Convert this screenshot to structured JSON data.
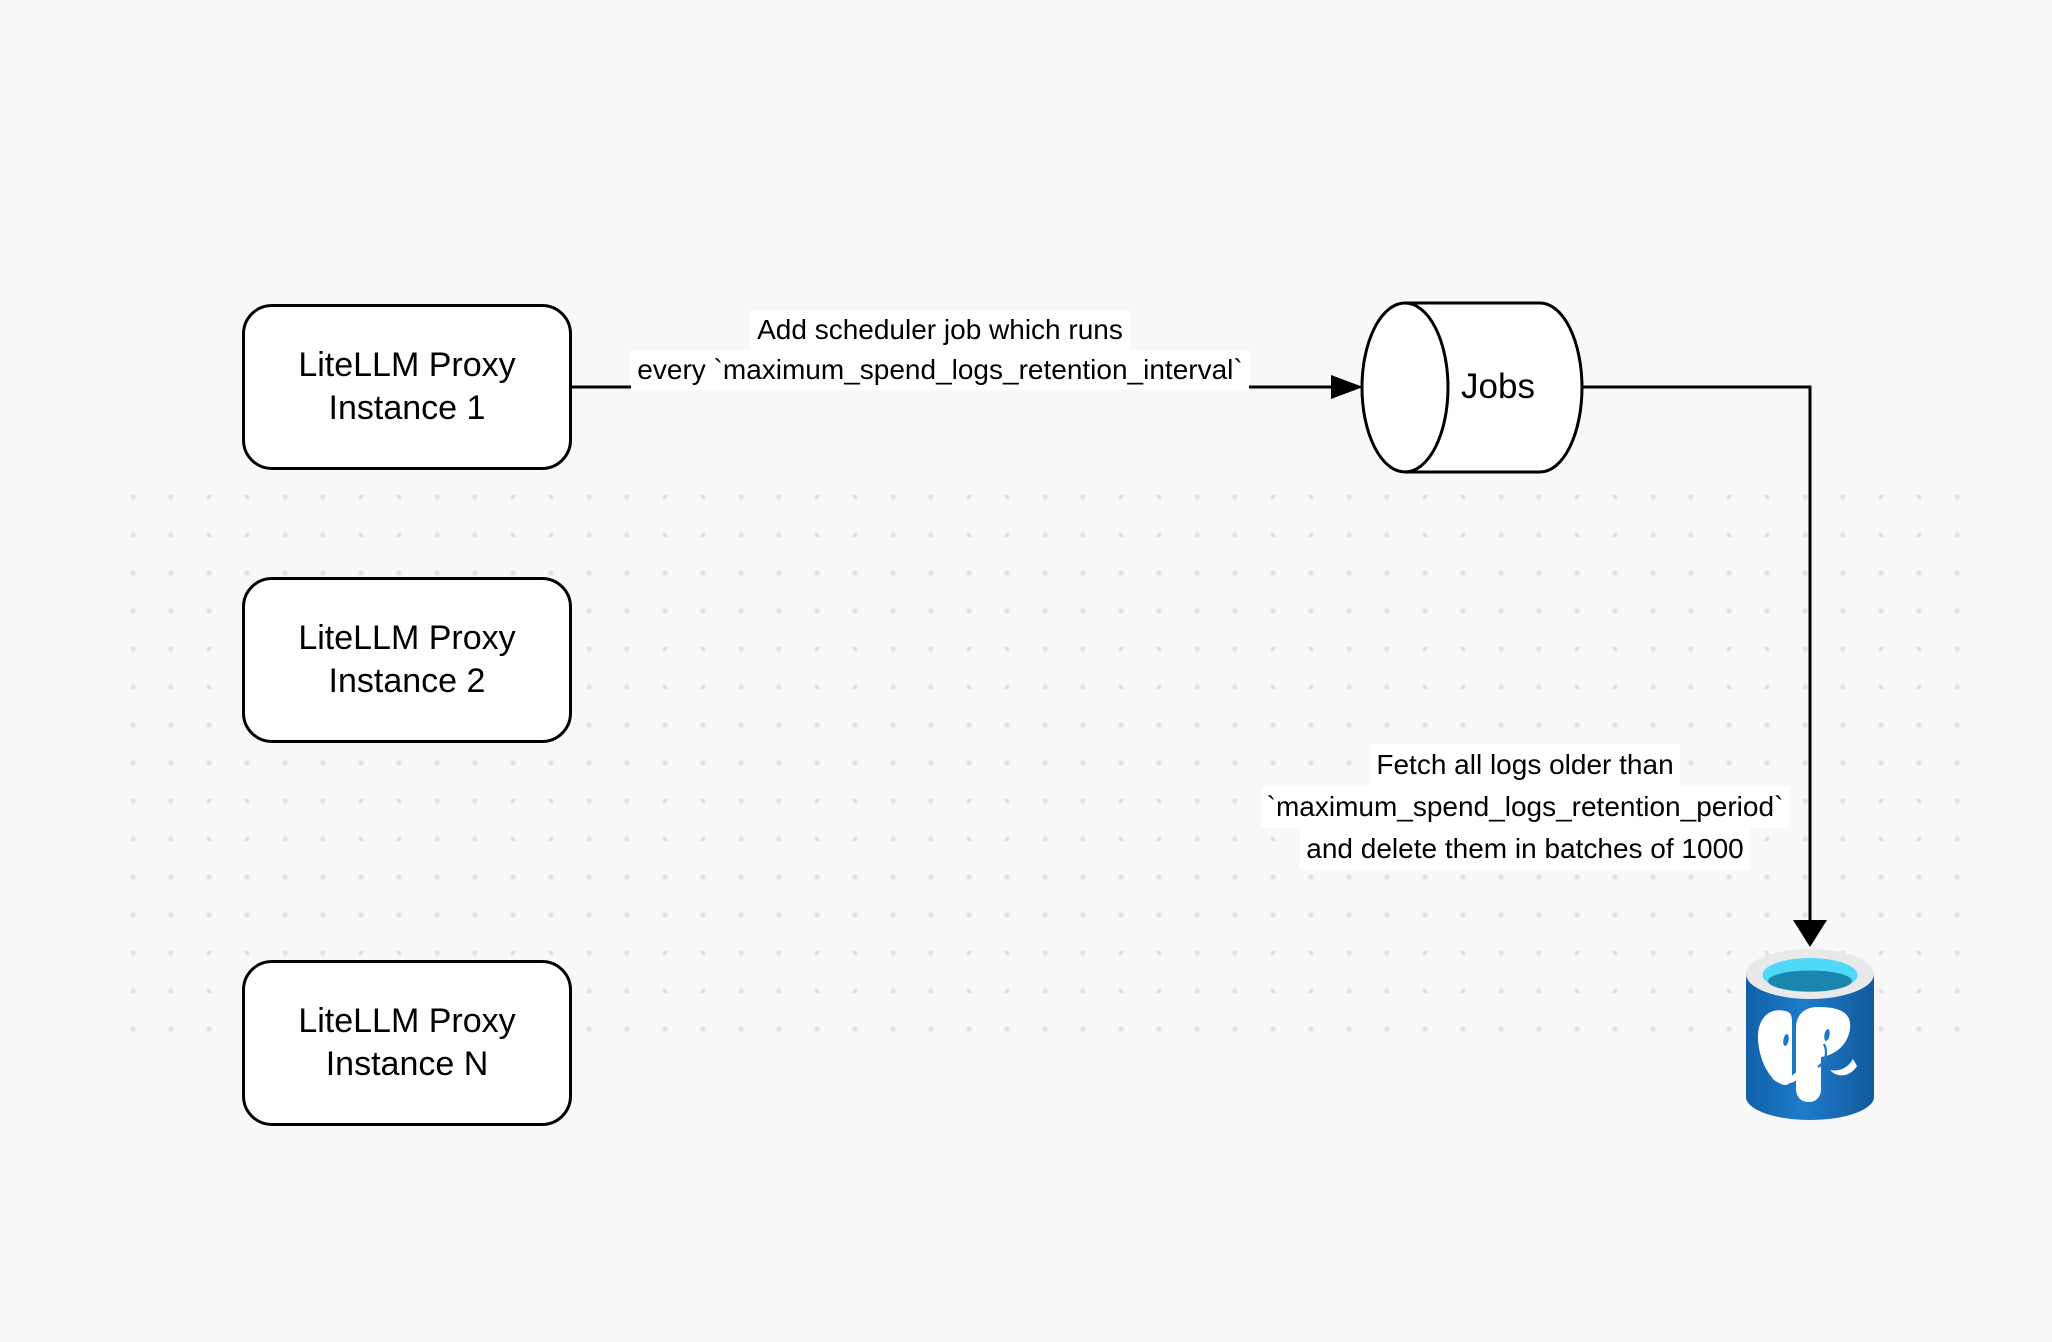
{
  "diagram": {
    "canvas": {
      "background_color": "#f8f8f8",
      "dot_color": "#e3e3e3",
      "stroke_color": "#000000"
    },
    "nodes": {
      "proxy_instance_1": {
        "line1": "LiteLLM Proxy",
        "line2": "Instance 1"
      },
      "proxy_instance_2": {
        "line1": "LiteLLM Proxy",
        "line2": "Instance 2"
      },
      "proxy_instance_n": {
        "line1": "LiteLLM Proxy",
        "line2": "Instance N"
      },
      "jobs_queue": {
        "label": "Jobs"
      },
      "postgres_db": {
        "icon": "postgresql-database-icon",
        "rim_color": "#e9e9e9",
        "water_top_color": "#50d8f8",
        "water_deep_color": "#1b86ad",
        "body_color": "#1b76c8",
        "elephant_color": "#ffffff"
      }
    },
    "edges": {
      "add_scheduler_job": {
        "label_line1": "Add scheduler job which runs",
        "label_line2": "every `maximum_spend_logs_retention_interval`"
      },
      "fetch_and_delete": {
        "label_line1": "Fetch all logs older than",
        "label_line2": "`maximum_spend_logs_retention_period`",
        "label_line3": "and delete them in batches of 1000"
      }
    }
  }
}
